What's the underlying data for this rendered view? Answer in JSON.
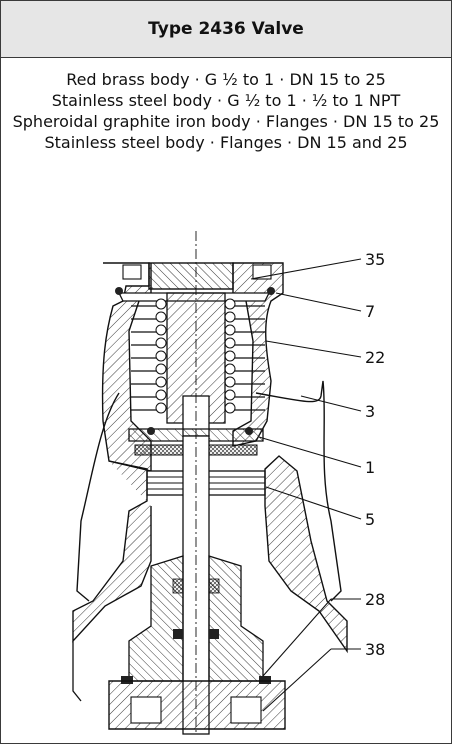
{
  "header": {
    "title": "Type 2436 Valve"
  },
  "description": {
    "lines": [
      "Red brass body · G ½ to 1 · DN 15 to 25",
      "Stainless steel body · G ½ to 1 · ½ to 1 NPT",
      "Spheroidal graphite iron body · Flanges · DN 15 to 25",
      "Stainless steel body · Flanges · DN 15 and 25"
    ]
  },
  "drawing": {
    "callouts": [
      "35",
      "7",
      "22",
      "3",
      "1",
      "5",
      "28",
      "38"
    ]
  }
}
